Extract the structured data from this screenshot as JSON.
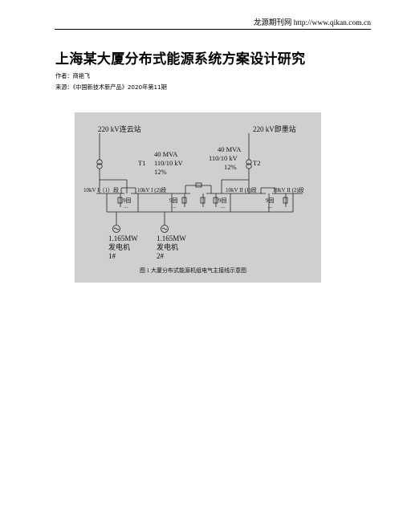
{
  "header": {
    "site": "龙源期刊网 http://www.qikan.com.cn"
  },
  "article": {
    "title": "上海某大厦分布式能源系统方案设计研究",
    "author": "作者：商艳飞",
    "source": "来源：《中国新技术新产品》2020年第11期"
  },
  "figure": {
    "station_left": "220 kV连云站",
    "station_right": "220 kV即墨站",
    "t1": {
      "name": "T1",
      "capacity": "40 MVA",
      "ratio": "110/10 kV",
      "impedance": "12%"
    },
    "t2": {
      "name": "T2",
      "capacity": "40 MVA",
      "ratio": "110/10 kV",
      "impedance": "12%"
    },
    "bus_1_1": "10kV I（1）段",
    "bus_1_2": "10kV I (2)段",
    "bus_2_1": "10kV II (1)段",
    "bus_2_2": "10kV II (2)段",
    "feeders": "9回",
    "ellipsis": "···",
    "gen1": {
      "power": "1.165MW",
      "name": "发电机",
      "id": "1#"
    },
    "gen2": {
      "power": "1.165MW",
      "name": "发电机",
      "id": "2#"
    },
    "caption": "图 1 大厦分布式能源机组电气主接线示意图"
  }
}
